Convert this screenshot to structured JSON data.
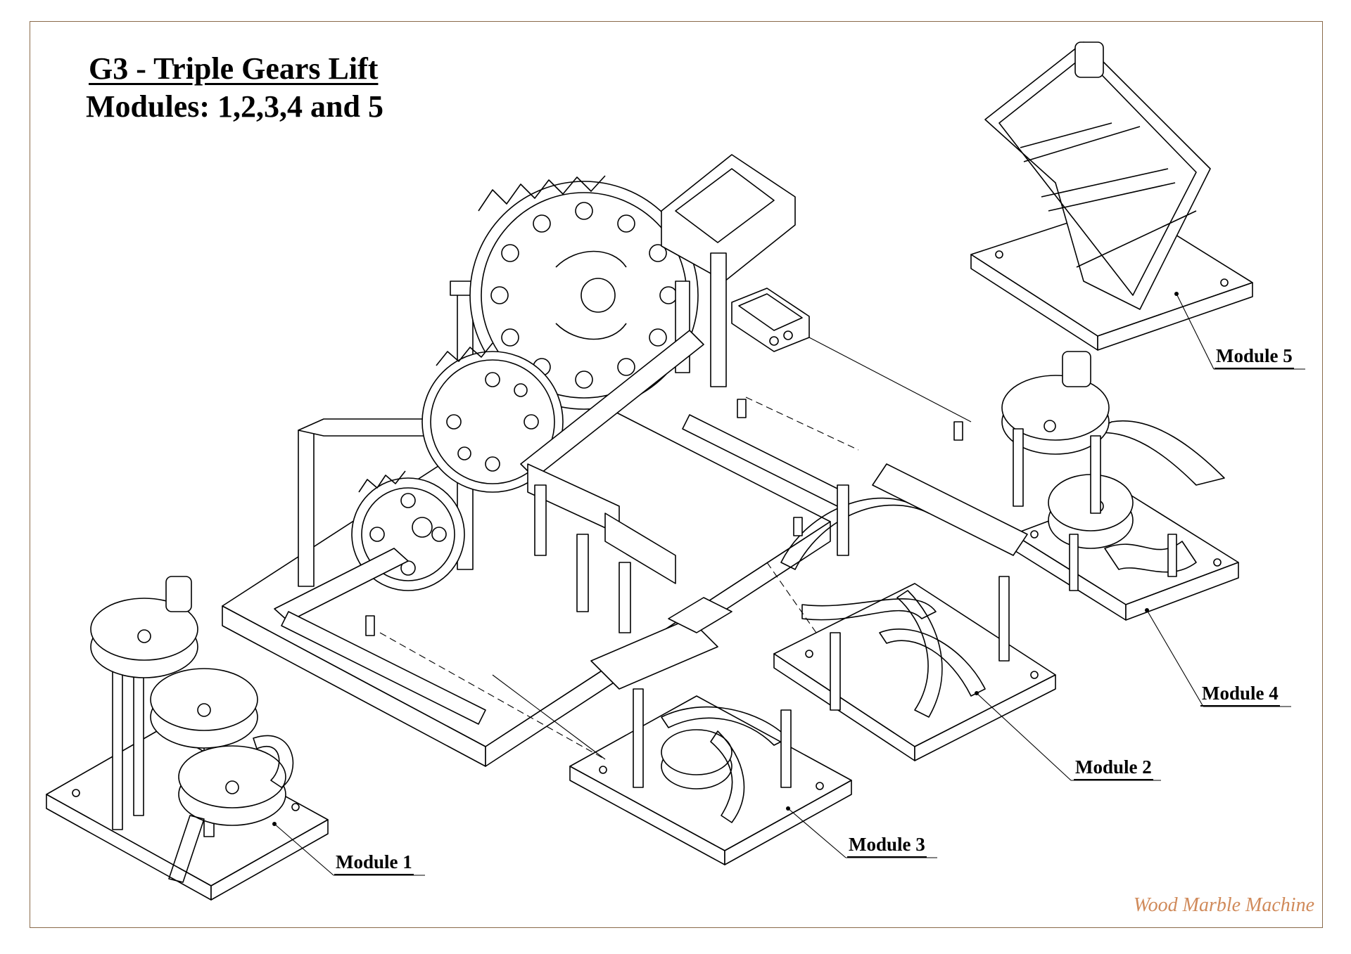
{
  "title": {
    "line1": "G3 - Triple Gears Lift",
    "line2": "Modules: 1,2,3,4 and 5"
  },
  "modules": [
    {
      "id": "module-1",
      "label": "Module 1"
    },
    {
      "id": "module-2",
      "label": "Module 2"
    },
    {
      "id": "module-3",
      "label": "Module 3"
    },
    {
      "id": "module-4",
      "label": "Module 4"
    },
    {
      "id": "module-5",
      "label": "Module 5"
    }
  ],
  "credit": "Wood Marble Machine",
  "colors": {
    "credit": "#d08a5a",
    "frame": "#8a6a4a",
    "line": "#000000"
  }
}
